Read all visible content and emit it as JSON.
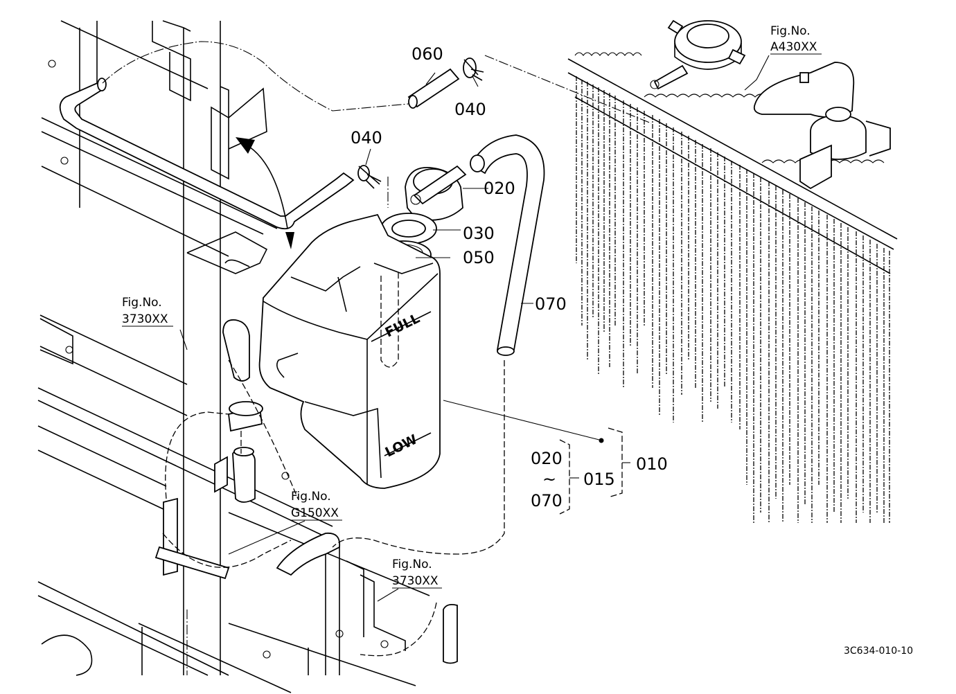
{
  "part_labels": {
    "p060": "060",
    "p040a": "040",
    "p040b": "040",
    "p020": "020",
    "p030": "030",
    "p050": "050",
    "p070": "070",
    "p010": "010",
    "p015": "015",
    "range_from": "020",
    "range_tilde": "~",
    "range_to": "070"
  },
  "fig_refs": {
    "top_right": {
      "title": "Fig.No.",
      "number": "A430XX"
    },
    "left": {
      "title": "Fig.No.",
      "number": "3730XX"
    },
    "center": {
      "title": "Fig.No.",
      "number": "G150XX"
    },
    "bottom": {
      "title": "Fig.No.",
      "number": "3730XX"
    }
  },
  "tank_markings": {
    "full": "FULL",
    "low": "LOW"
  },
  "drawing_code": "3C634-010-10"
}
